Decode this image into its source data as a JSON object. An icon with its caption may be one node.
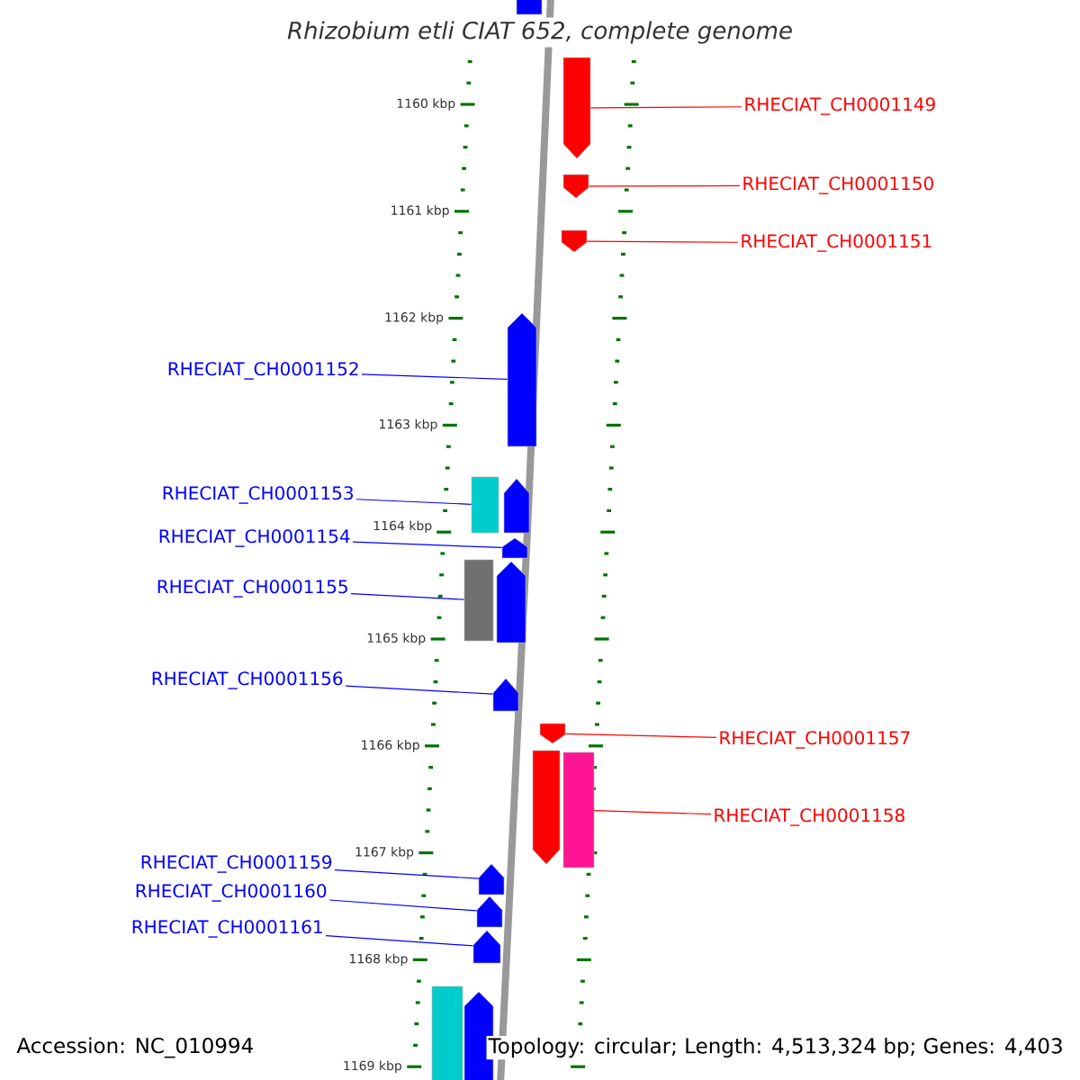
{
  "diagram": {
    "title": "Rhizobium etli CIAT 652, complete genome",
    "nodes": [
      {
        "text": [
          "RHECIAT_CH0001149"
        ]
      },
      {
        "text": [],
        "shape": "bar"
      },
      {
        "text": [
          "RHECIAT_CH0001150"
        ]
      },
      {
        "text": [],
        "shape": "bar"
      },
      {
        "text": [
          "RHECIAT_CH0001151"
        ]
      },
      {
        "text": [],
        "shape": "bar"
      },
      {
        "text": [
          "RHECIAT_CH0001152"
        ]
      },
      {
        "text": [],
        "shape": "bar"
      },
      {
        "text": [
          "RHECIAT_CH0001153"
        ]
      },
      {
        "text": [],
        "shape": "bar"
      },
      {
        "text": [
          "RHECIAT_CH0001154"
        ]
      },
      {
        "text": [],
        "shape": "bar"
      },
      {
        "text": [
          "RHECIAT_CH0001155"
        ]
      },
      {
        "text": [],
        "shape": "bar"
      },
      {
        "text": [
          "RHECIAT_CH0001156"
        ]
      },
      {
        "text": [],
        "shape": "bar"
      },
      {
        "text": [
          "RHECIAT_CH0001157"
        ]
      },
      {
        "text": [],
        "shape": "bar"
      },
      {
        "text": [
          "RHECIAT_CH0001158"
        ]
      },
      {
        "text": [],
        "shape": "bar"
      },
      {
        "text": [
          "RHECIAT_CH0001159"
        ]
      },
      {
        "text": [],
        "shape": "bar"
      },
      {
        "text": [
          "RHECIAT_CH0001160"
        ]
      },
      {
        "text": [],
        "shape": "bar"
      },
      {
        "text": [
          "RHECIAT_CH0001161"
        ]
      },
      {
        "text": [],
        "shape": "bar"
      },
      {
        "text": [],
        "shape": "bar"
      },
      {
        "text": [],
        "shape": "bar"
      },
      {
        "text": [],
        "shape": "bar"
      },
      {
        "text": [],
        "shape": "bar"
      },
      {
        "text": [],
        "shape": "bar"
      },
      {
        "text": [],
        "shape": "bar"
      }
    ],
    "edges": [
      {
        "from": 0,
        "to": 1,
        "arrow": "none",
        "color": "#ff0000"
      },
      {
        "from": 2,
        "to": 3,
        "arrow": "none",
        "color": "#ff0000"
      },
      {
        "from": 4,
        "to": 5,
        "arrow": "none",
        "color": "#ff0000"
      },
      {
        "from": 6,
        "to": 7,
        "arrow": "none"
      },
      {
        "from": 8,
        "to": 9,
        "arrow": "none"
      },
      {
        "from": 10,
        "to": 11,
        "arrow": "none"
      },
      {
        "from": 12,
        "to": 13,
        "arrow": "none"
      },
      {
        "from": 14,
        "to": 15,
        "arrow": "none"
      },
      {
        "from": 16,
        "to": 17,
        "arrow": "none",
        "color": "#ff0000"
      },
      {
        "from": 18,
        "to": 19,
        "arrow": "none",
        "color": "#ff0000"
      },
      {
        "from": 20,
        "to": 21,
        "arrow": "none"
      },
      {
        "from": 22,
        "to": 23,
        "arrow": "none"
      },
      {
        "from": 24,
        "to": 25,
        "arrow": "none"
      }
    ],
    "labels": [
      "1160 kbp",
      "1161 kbp",
      "1162 kbp",
      "1163 kbp",
      "1164 kbp",
      "1165 kbp",
      "1166 kbp",
      "1167 kbp",
      "1168 kbp",
      "1169 kbp",
      "Accession: NC_010994",
      "Topology: circular; Length: 4,513,324 bp; Genes: 4,403"
    ]
  }
}
